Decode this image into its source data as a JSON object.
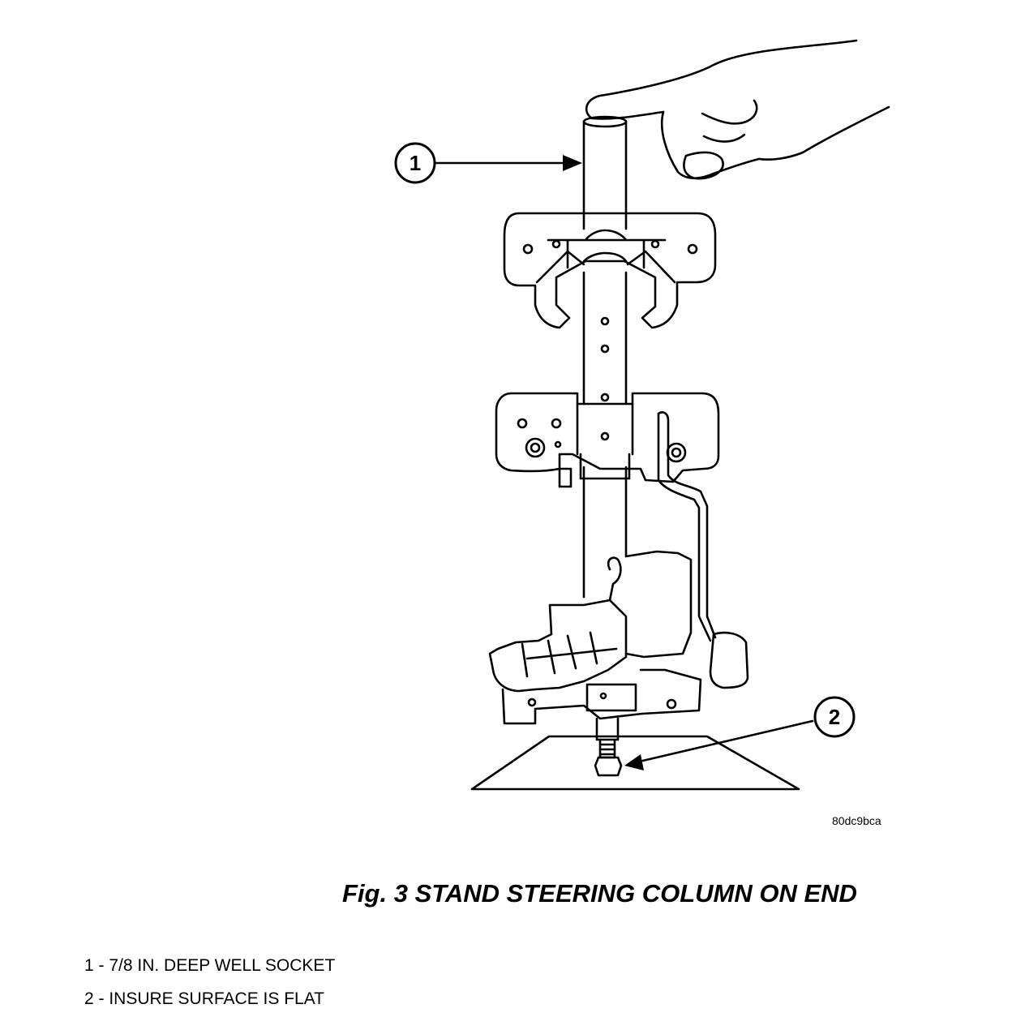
{
  "figure": {
    "id_code": "80dc9bca",
    "caption": "Fig. 3 STAND STEERING COLUMN ON END",
    "callouts": [
      "1",
      "2"
    ],
    "legend": [
      "1 - 7/8 IN. DEEP WELL SOCKET",
      "2 - INSURE SURFACE IS FLAT"
    ]
  }
}
